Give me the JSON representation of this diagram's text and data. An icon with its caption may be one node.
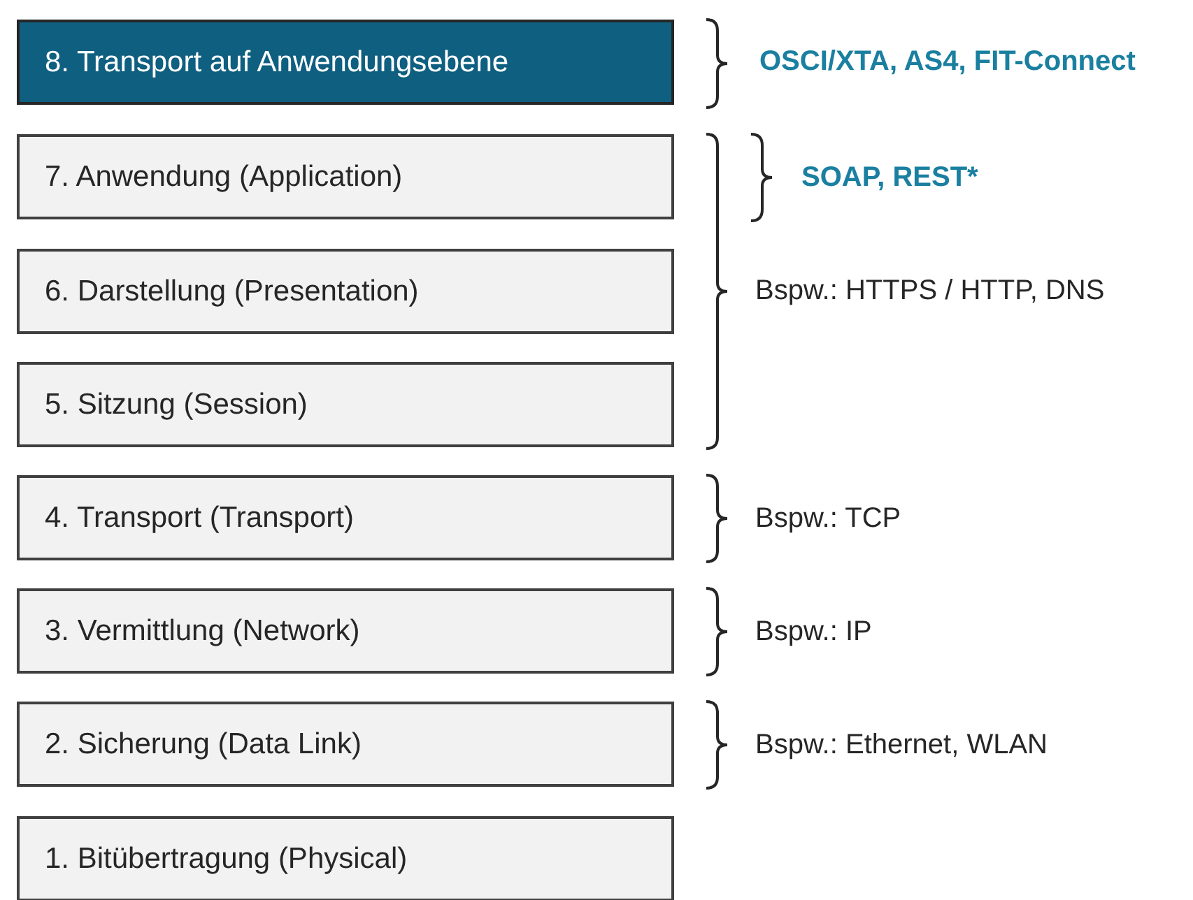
{
  "diagram": {
    "nodes": [
      {
        "text": [
          "8. Transport auf Anwendungsebene"
        ]
      },
      {
        "text": [
          "7. Anwendung (Application)"
        ]
      },
      {
        "text": [
          "6. Darstellung (Presentation)"
        ]
      },
      {
        "text": [
          "5. Sitzung (Session)"
        ]
      },
      {
        "text": [
          "4. Transport (Transport)"
        ]
      },
      {
        "text": [
          "3. Vermittlung (Network)"
        ]
      },
      {
        "text": [
          "2. Sicherung (Data Link)"
        ]
      },
      {
        "text": [
          "1. Bitübertragung (Physical)"
        ]
      }
    ],
    "labels": [
      "OSCI/XTA, AS4, FIT-Connect",
      "SOAP, REST*",
      "Bspw.: HTTPS / HTTP, DNS",
      "Bspw.: TCP",
      "Bspw.: IP",
      "Bspw.: Ethernet, WLAN"
    ]
  }
}
